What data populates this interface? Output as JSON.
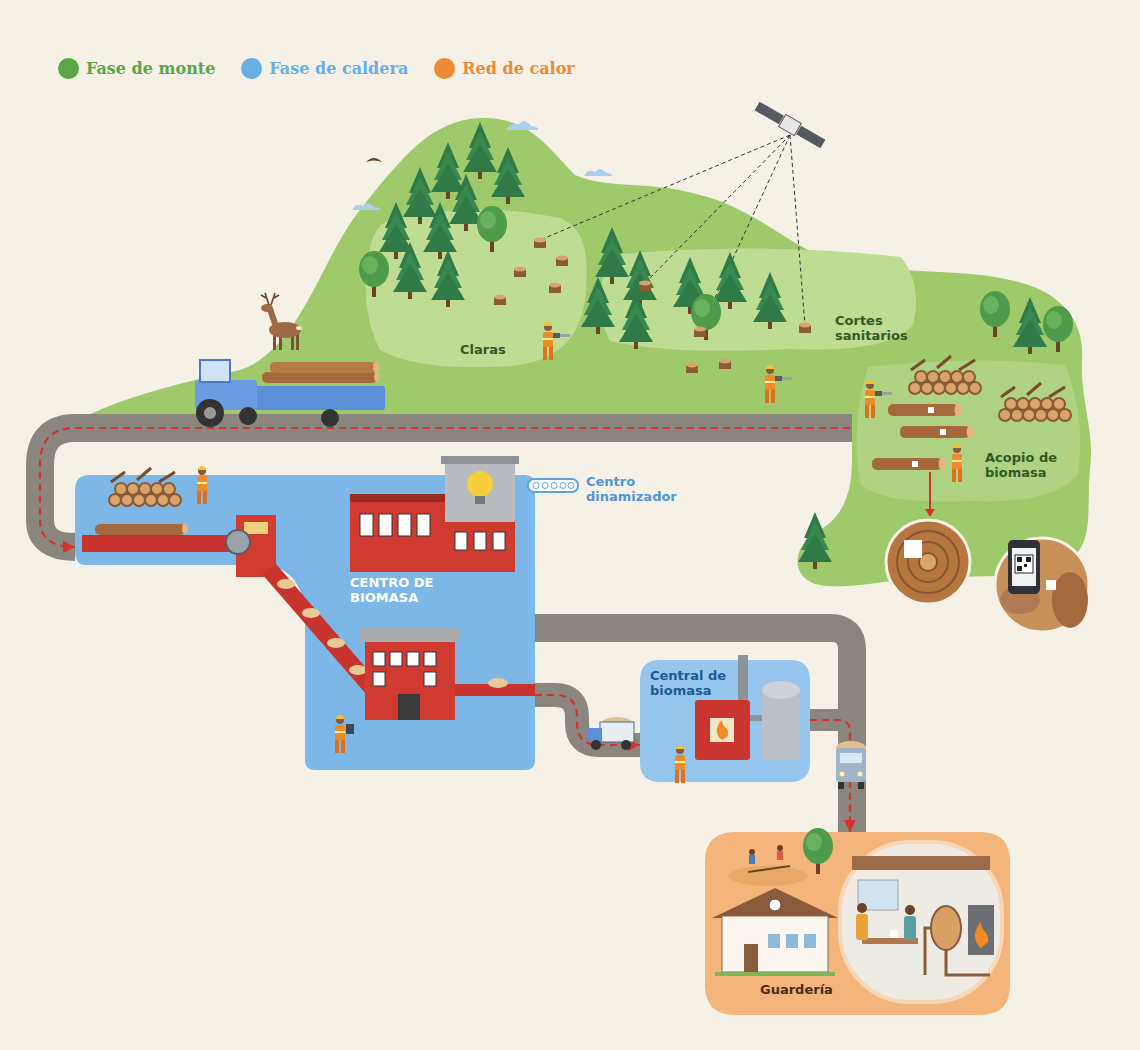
{
  "diagram": {
    "nodes": [
      {
        "text": [
          "Claras"
        ]
      },
      {
        "text": [
          "Cortes sanitarios"
        ]
      },
      {
        "text": [
          "Acopio de biomasa"
        ]
      },
      {
        "text": [
          "CENTRO DE BIOMASA"
        ]
      },
      {
        "text": [
          "Central de biomasa"
        ]
      },
      {
        "text": [
          "Guardería"
        ]
      }
    ],
    "edges": [
      {
        "from": 2,
        "to": 3,
        "arrow": "to"
      },
      {
        "from": 3,
        "to": 4,
        "arrow": "to"
      },
      {
        "from": 4,
        "to": 5,
        "arrow": "to"
      }
    ],
    "labels": [
      "Centro dinamizador"
    ],
    "legend": [
      {
        "text": "Fase de monte",
        "color": "#5aa746"
      },
      {
        "text": "Fase de caldera",
        "color": "#6aaee6"
      },
      {
        "text": "Red de calor",
        "color": "#ec8a35"
      }
    ]
  }
}
